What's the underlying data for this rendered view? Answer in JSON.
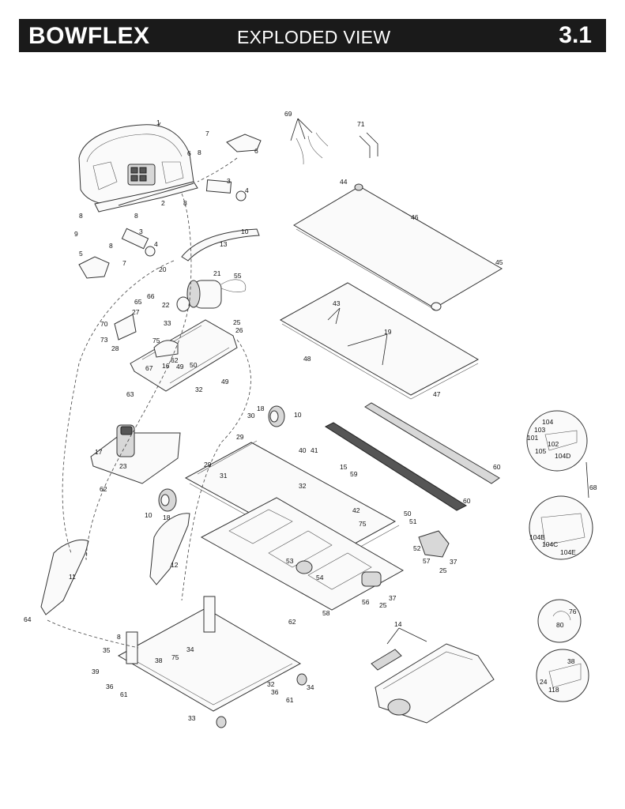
{
  "header": {
    "brand": "BOWFLEX",
    "section_title": "EXPLODED VIEW",
    "page_number": "3.1"
  },
  "part_callouts": [
    {
      "id": "c1",
      "label": "1"
    },
    {
      "id": "c7",
      "label": "7"
    },
    {
      "id": "c6a",
      "label": "6"
    },
    {
      "id": "c6b",
      "label": "6"
    },
    {
      "id": "c8a",
      "label": "8"
    },
    {
      "id": "c3a",
      "label": "3"
    },
    {
      "id": "c4a",
      "label": "4"
    },
    {
      "id": "c8b",
      "label": "8"
    },
    {
      "id": "c2",
      "label": "2"
    },
    {
      "id": "c8c",
      "label": "8"
    },
    {
      "id": "c8d",
      "label": "8"
    },
    {
      "id": "c9",
      "label": "9"
    },
    {
      "id": "c3b",
      "label": "3"
    },
    {
      "id": "c8e",
      "label": "8"
    },
    {
      "id": "c4b",
      "label": "4"
    },
    {
      "id": "c10a",
      "label": "10"
    },
    {
      "id": "c13",
      "label": "13"
    },
    {
      "id": "c5",
      "label": "5"
    },
    {
      "id": "c7b",
      "label": "7"
    },
    {
      "id": "c69",
      "label": "69"
    },
    {
      "id": "c71",
      "label": "71"
    },
    {
      "id": "c44",
      "label": "44"
    },
    {
      "id": "c46",
      "label": "46"
    },
    {
      "id": "c45",
      "label": "45"
    },
    {
      "id": "c20",
      "label": "20"
    },
    {
      "id": "c21",
      "label": "21"
    },
    {
      "id": "c55",
      "label": "55"
    },
    {
      "id": "c66",
      "label": "66"
    },
    {
      "id": "c65",
      "label": "65"
    },
    {
      "id": "c22",
      "label": "22"
    },
    {
      "id": "c33a",
      "label": "33"
    },
    {
      "id": "c27",
      "label": "27"
    },
    {
      "id": "c70",
      "label": "70"
    },
    {
      "id": "c73",
      "label": "73"
    },
    {
      "id": "c28",
      "label": "28"
    },
    {
      "id": "c75a",
      "label": "75"
    },
    {
      "id": "c25a",
      "label": "25"
    },
    {
      "id": "c26",
      "label": "26"
    },
    {
      "id": "c43",
      "label": "43"
    },
    {
      "id": "c48",
      "label": "48"
    },
    {
      "id": "c19",
      "label": "19"
    },
    {
      "id": "c47",
      "label": "47"
    },
    {
      "id": "c67",
      "label": "67"
    },
    {
      "id": "c62a",
      "label": "62"
    },
    {
      "id": "c16",
      "label": "16"
    },
    {
      "id": "c49a",
      "label": "49"
    },
    {
      "id": "c50a",
      "label": "50"
    },
    {
      "id": "c63a",
      "label": "63"
    },
    {
      "id": "c32a",
      "label": "32"
    },
    {
      "id": "c49b",
      "label": "49"
    },
    {
      "id": "c18a",
      "label": "18"
    },
    {
      "id": "c30",
      "label": "30"
    },
    {
      "id": "c10b",
      "label": "10"
    },
    {
      "id": "c29a",
      "label": "29"
    },
    {
      "id": "c40",
      "label": "40"
    },
    {
      "id": "c41",
      "label": "41"
    },
    {
      "id": "c17",
      "label": "17"
    },
    {
      "id": "c23",
      "label": "23"
    },
    {
      "id": "c62b",
      "label": "62"
    },
    {
      "id": "c29b",
      "label": "29"
    },
    {
      "id": "c31",
      "label": "31"
    },
    {
      "id": "c15",
      "label": "15"
    },
    {
      "id": "c59",
      "label": "59"
    },
    {
      "id": "c32b",
      "label": "32"
    },
    {
      "id": "c60a",
      "label": "60"
    },
    {
      "id": "c60b",
      "label": "60"
    },
    {
      "id": "c10c",
      "label": "10"
    },
    {
      "id": "c18b",
      "label": "18"
    },
    {
      "id": "c42",
      "label": "42"
    },
    {
      "id": "c75b",
      "label": "75"
    },
    {
      "id": "c50b",
      "label": "50"
    },
    {
      "id": "c51",
      "label": "51"
    },
    {
      "id": "c12",
      "label": "12"
    },
    {
      "id": "c52",
      "label": "52"
    },
    {
      "id": "c57",
      "label": "57"
    },
    {
      "id": "c37a",
      "label": "37"
    },
    {
      "id": "c25b",
      "label": "25"
    },
    {
      "id": "c53",
      "label": "53"
    },
    {
      "id": "c54",
      "label": "54"
    },
    {
      "id": "c11",
      "label": "11"
    },
    {
      "id": "c56",
      "label": "56"
    },
    {
      "id": "c25c",
      "label": "25"
    },
    {
      "id": "c37b",
      "label": "37"
    },
    {
      "id": "c58",
      "label": "58"
    },
    {
      "id": "c62c",
      "label": "62"
    },
    {
      "id": "c64",
      "label": "64"
    },
    {
      "id": "c8f",
      "label": "8"
    },
    {
      "id": "c35",
      "label": "35"
    },
    {
      "id": "c75c",
      "label": "75"
    },
    {
      "id": "c34a",
      "label": "34"
    },
    {
      "id": "c38a",
      "label": "38"
    },
    {
      "id": "c39",
      "label": "39"
    },
    {
      "id": "c36a",
      "label": "36"
    },
    {
      "id": "c61a",
      "label": "61"
    },
    {
      "id": "c32c",
      "label": "32"
    },
    {
      "id": "c36b",
      "label": "36"
    },
    {
      "id": "c61b",
      "label": "61"
    },
    {
      "id": "c34b",
      "label": "34"
    },
    {
      "id": "c33b",
      "label": "33"
    },
    {
      "id": "c14",
      "label": "14"
    },
    {
      "id": "c104",
      "label": "104"
    },
    {
      "id": "c103",
      "label": "103"
    },
    {
      "id": "c101",
      "label": "101"
    },
    {
      "id": "c102",
      "label": "102"
    },
    {
      "id": "c105",
      "label": "105"
    },
    {
      "id": "c104D",
      "label": "104D"
    },
    {
      "id": "c68",
      "label": "68"
    },
    {
      "id": "c104B",
      "label": "104B"
    },
    {
      "id": "c104C",
      "label": "104C"
    },
    {
      "id": "c104E",
      "label": "104E"
    },
    {
      "id": "c76",
      "label": "76"
    },
    {
      "id": "c80",
      "label": "80"
    },
    {
      "id": "c38b",
      "label": "38"
    },
    {
      "id": "c24",
      "label": "24"
    },
    {
      "id": "c118",
      "label": "118"
    }
  ]
}
